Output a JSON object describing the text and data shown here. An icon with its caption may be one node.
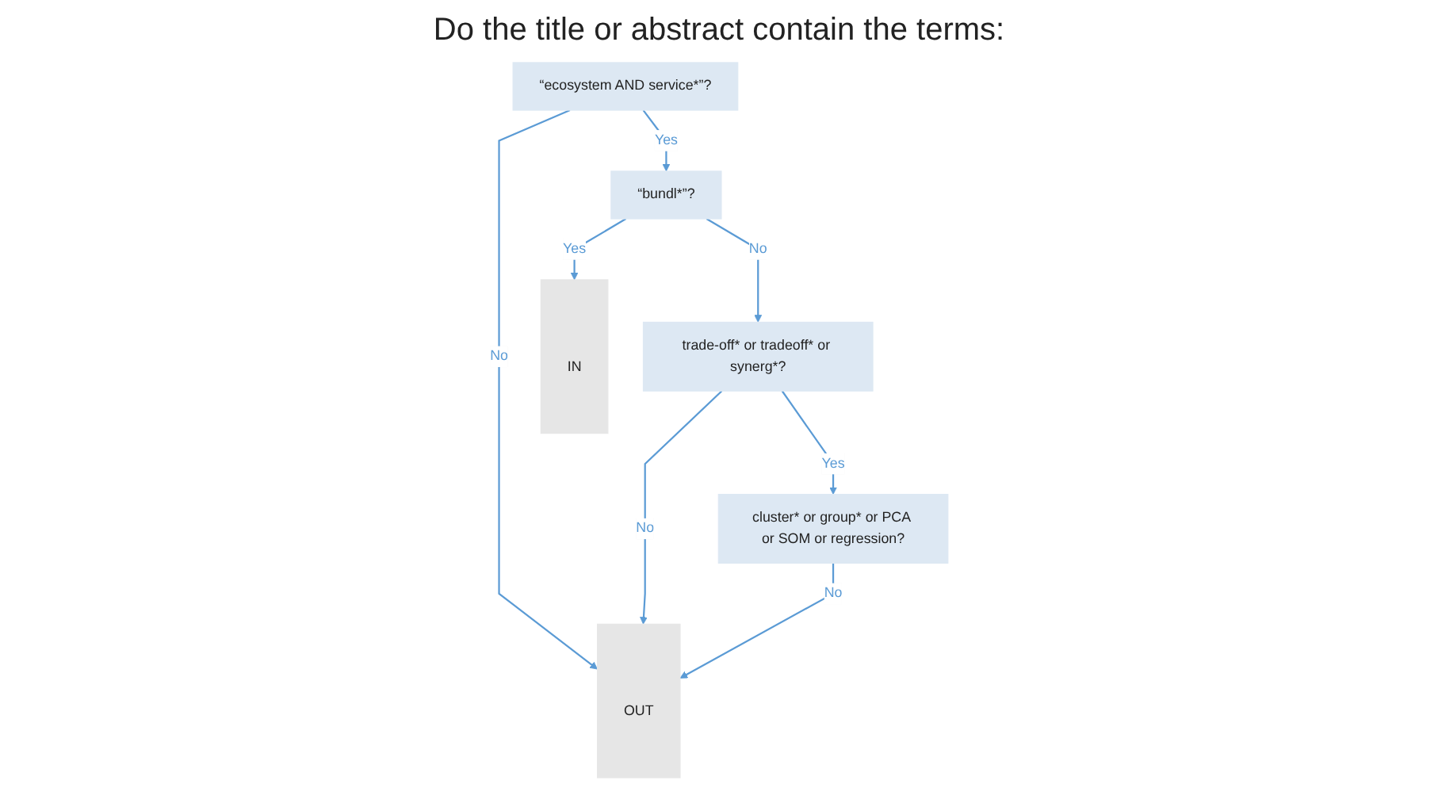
{
  "diagram": {
    "title": "Do the title or abstract contain the terms:",
    "nodes": [
      {
        "text": [
          "IN"
        ]
      },
      {
        "text": [
          "“ecosystem AND service*”?"
        ]
      },
      {
        "text": [
          "“bundl*”?"
        ]
      },
      {
        "text": [
          "trade-off* or tradeoff* or synerg*?"
        ]
      },
      {
        "text": [
          "cluster* or group* or PCA or SOM or regression?"
        ]
      },
      {
        "text": [
          "OUT"
        ]
      }
    ],
    "edges": [
      {
        "from": 1,
        "to": 5,
        "arrow": "to",
        "label": "No"
      },
      {
        "from": 1,
        "to": 2,
        "arrow": "to",
        "label": "Yes"
      },
      {
        "from": 2,
        "to": 0,
        "arrow": "to",
        "label": "Yes"
      },
      {
        "from": 2,
        "to": 3,
        "arrow": "to",
        "label": "No"
      },
      {
        "from": 3,
        "to": 5,
        "arrow": "to",
        "label": "No"
      },
      {
        "from": 3,
        "to": 4,
        "arrow": "to",
        "label": "Yes"
      },
      {
        "from": 4,
        "to": 5,
        "arrow": "to",
        "label": "No"
      }
    ]
  }
}
